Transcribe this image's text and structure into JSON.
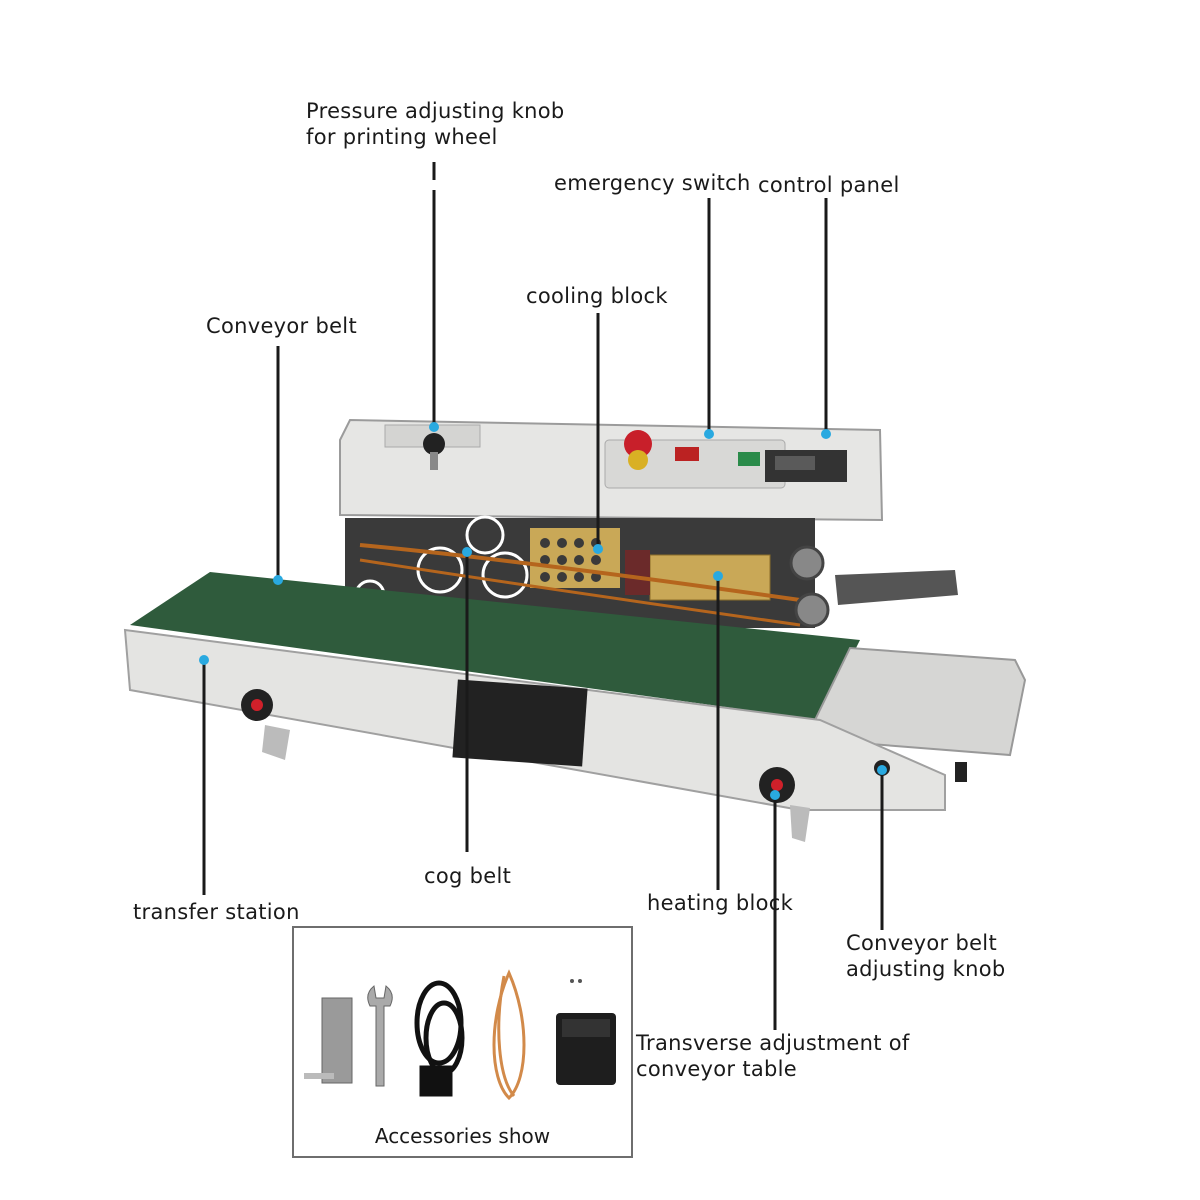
{
  "labels": {
    "pressure_knob": [
      "Pressure adjusting knob",
      "for printing wheel"
    ],
    "emergency_switch": "emergency switch",
    "control_panel": "control panel",
    "cooling_block": "cooling block",
    "conveyor_belt": "Conveyor belt",
    "cog_belt": "cog belt",
    "transfer_station": "transfer station",
    "heating_block": "heating block",
    "conveyor_knob": [
      "Conveyor belt",
      "adjusting knob"
    ],
    "transverse": [
      "Transverse adjustment of",
      "conveyor table"
    ],
    "accessories": "Accessories show"
  },
  "colors": {
    "leader_line": "#1a1a1a",
    "dot": "#29a9e0",
    "belt_green": "#2f5b3c",
    "body_grey": "#e4e4e2",
    "brass": "#c9a857",
    "red": "#d0202a"
  },
  "accessories": [
    {
      "name": "spare-heating-strip",
      "icon": "strip"
    },
    {
      "name": "wrench-icon",
      "icon": "wrench"
    },
    {
      "name": "power-cord-icon",
      "icon": "cable"
    },
    {
      "name": "cog-belt-spare",
      "icon": "belt"
    },
    {
      "name": "foot-pedal-icon",
      "icon": "pedal"
    }
  ]
}
